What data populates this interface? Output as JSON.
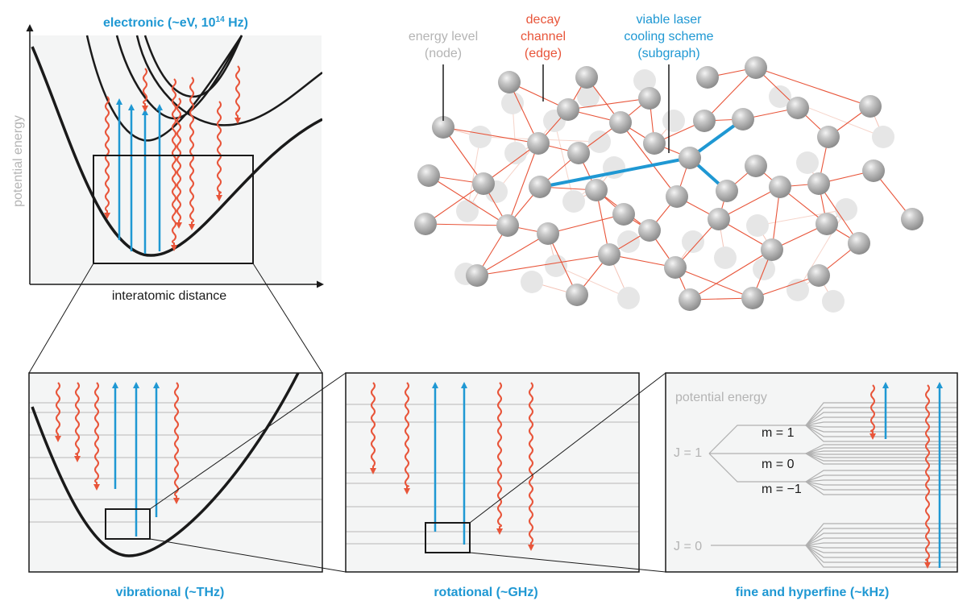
{
  "colors": {
    "decay": "#e8553a",
    "laser": "#1f98d3",
    "node": "#a9a9a9",
    "node_faded": "#e6e6e6",
    "panel_bg": "#f4f5f5"
  },
  "top_left": {
    "title": "electronic (~eV, 10",
    "title_sup": "14",
    "title_end": " Hz)",
    "y_axis_label": "potential energy",
    "x_axis_label": "interatomic distance"
  },
  "graph": {
    "node_label_line1": "energy level",
    "node_label_line2": "(node)",
    "edge_label_line1": "decay",
    "edge_label_line2": "channel",
    "edge_label_line3": "(edge)",
    "subgraph_label_line1": "viable laser",
    "subgraph_label_line2": "cooling scheme",
    "subgraph_label_line3": "(subgraph)"
  },
  "bottom": {
    "vibrational_caption": "vibrational (~THz)",
    "rotational_caption": "rotational (~GHz)",
    "hyperfine_caption": "fine and hyperfine (~kHz)",
    "hf_axis_label": "potential energy",
    "j1_label": "J = 1",
    "j0_label": "J = 0",
    "m1_label": "m = 1",
    "m0_label": "m = 0",
    "mm1_label": "m = −1"
  }
}
